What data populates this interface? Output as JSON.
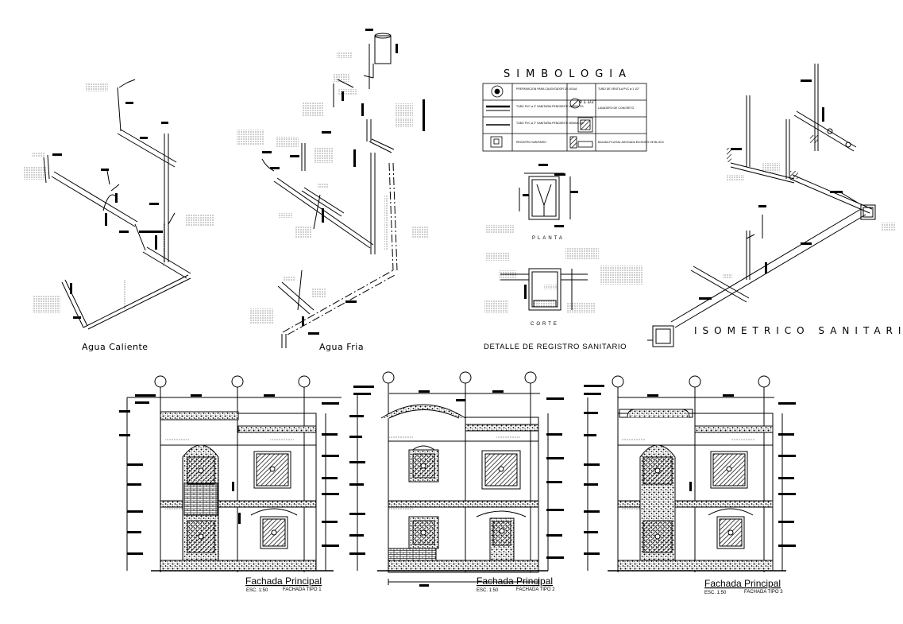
{
  "isometrics": {
    "hot_water_caption": "Agua Caliente",
    "cold_water_caption": "Agua Fria",
    "sanitary_caption": "ISOMETRICO SANITARIO"
  },
  "legend": {
    "title": "SIMBOLOGIA",
    "rows": [
      {
        "left_text": "PREPARACION PARA CALENTADOR DE AGUA",
        "right_text": "TUBO DE VENTILA PVC ø 1 1/2\""
      },
      {
        "left_text": "TUBO PVC ø 4\" SANITARIA PENDIENTE MINIMA 2%",
        "right_text": "LAVADERO DE CONCRETO"
      },
      {
        "left_text": "TUBO PVC ø 2\" SANITARIA PENDIENTE MINIMA 2%",
        "right_text": ""
      },
      {
        "left_text": "REGISTRO SANITARIO",
        "right_text": "BAJADA PLUVIAL AHOGADA EN MURO DE BLOCK"
      }
    ],
    "vent_symbol_label": "ø 1 1/2\""
  },
  "registro_detail": {
    "plan_label": "PLANTA",
    "section_label": "CORTE",
    "caption": "DETALLE DE REGISTRO SANITARIO"
  },
  "facades": [
    {
      "title": "Fachada Principal",
      "scale": "ESC. 1:50",
      "type": "FACHADA TIPO 1"
    },
    {
      "title": "Fachada Principal",
      "scale": "ESC. 1:50",
      "type": "FACHADA TIPO 2"
    },
    {
      "title": "Fachada Principal",
      "scale": "ESC. 1:50",
      "type": "FACHADA TIPO 3"
    }
  ],
  "colors": {
    "ink": "#000000",
    "background": "#ffffff"
  }
}
